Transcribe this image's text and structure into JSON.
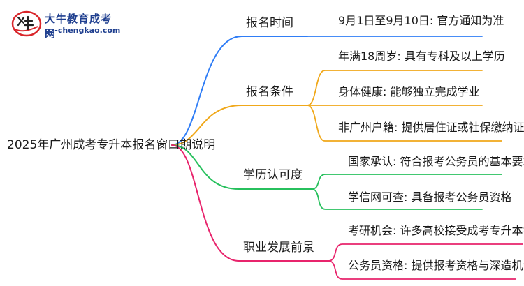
{
  "logo": {
    "title": "大牛教育成考网",
    "url": "gz-chengkao.com",
    "mark_text": "大牛"
  },
  "mindmap": {
    "root": "2025年广州成考专升本报名窗口期说明",
    "colors": {
      "blue": "#2f7df6",
      "orange": "#f0a81a",
      "green": "#27c05d",
      "pink": "#e8246c"
    },
    "branches": [
      {
        "label": "报名时间",
        "color": "#2f7df6",
        "children": [
          "9月1日至9月10日: 官方通知为准"
        ]
      },
      {
        "label": "报名条件",
        "color": "#f0a81a",
        "children": [
          "年满18周岁: 具有专科及以上学历",
          "身体健康: 能够独立完成学业",
          "非广州户籍: 提供居住证或社保缴纳证明"
        ]
      },
      {
        "label": "学历认可度",
        "color": "#27c05d",
        "children": [
          "国家承认: 符合报考公务员的基本要求",
          "学信网可查: 具备报考公务员资格"
        ]
      },
      {
        "label": "职业发展前景",
        "color": "#e8246c",
        "children": [
          "考研机会: 许多高校接受成考专升本学历",
          "公务员资格: 提供报考资格与深造机会"
        ]
      }
    ]
  }
}
